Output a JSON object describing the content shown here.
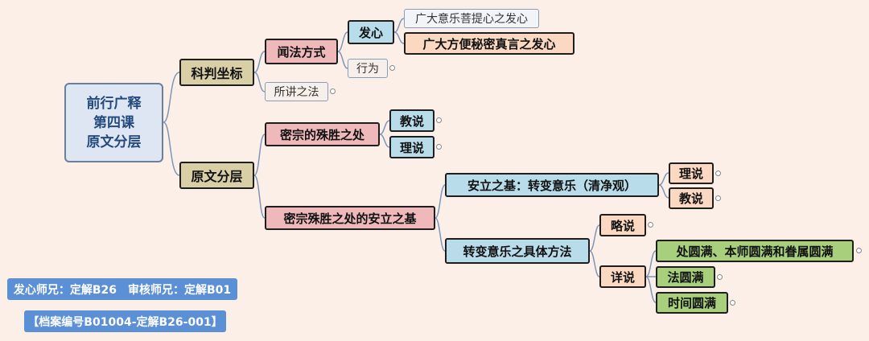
{
  "root": {
    "line1": "前行广释",
    "line2": "第四课",
    "line3": "原文分层"
  },
  "nodes": {
    "kepan": "科判坐标",
    "wenfa": "闻法方式",
    "faxin": "发心",
    "guangda_puti": "广大意乐菩提心之发心",
    "guangda_mimi": "广大方便秘密真言之发心",
    "xingwei": "行为",
    "suojiang": "所讲之法",
    "yuanwen": "原文分层",
    "mizong": "密宗的殊胜之处",
    "jiaoshuo1": "教说",
    "lishuo1": "理说",
    "anli_ji": "密宗殊胜之处的安立之基",
    "anli_zhuan": "安立之基：转变意乐（清净观）",
    "lishuo2": "理说",
    "jiaoshuo2": "教说",
    "zhuanbian": "转变意乐之具体方法",
    "lueshuo": "略说",
    "xiangshuo": "详说",
    "chu": "处圆满、本师圆满和眷属圆满",
    "fa": "法圆满",
    "shijian": "时间圆满"
  },
  "footer": {
    "credits": "发心师兄：定解B26　审核师兄：定解B01",
    "archive": "【档案编号B01004-定解B26-001】"
  },
  "colors": {
    "background": "#fbefe8",
    "root_fill": "#dde6f2",
    "olive": "#d9cfa7",
    "pink": "#efb9bc",
    "blue": "#b9dcea",
    "peach": "#fbd8c2",
    "green": "#a7cf7c",
    "tag": "#5b8fd6"
  }
}
